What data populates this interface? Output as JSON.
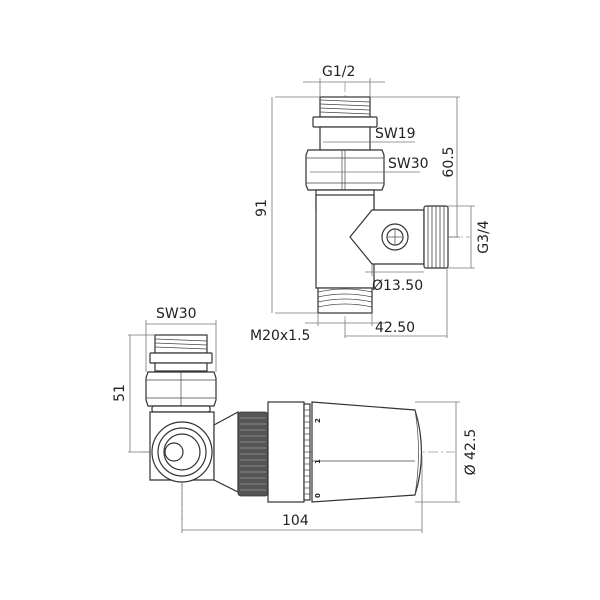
{
  "drawing": {
    "title": "Radiator thermostatic angle valve technical drawing",
    "top_view": {
      "dimensions": {
        "inlet_thread": "G1/2",
        "spanner_small": "SW19",
        "spanner_large": "SW30",
        "total_height": "91",
        "height_to_outlet": "60.5",
        "outlet_thread": "G3/4",
        "bore_diameter": "Ø13.50",
        "bottom_thread": "M20x1.5",
        "outlet_offset": "42.50"
      }
    },
    "bottom_view": {
      "dimensions": {
        "spanner": "SW30",
        "height": "51",
        "length": "104",
        "head_diameter": "Ø 42.5"
      },
      "dial_marks": [
        "2",
        "1",
        "0"
      ]
    },
    "colors": {
      "line": "#333333",
      "dimension": "#777777",
      "centerline": "#999999",
      "background": "#ffffff"
    }
  }
}
